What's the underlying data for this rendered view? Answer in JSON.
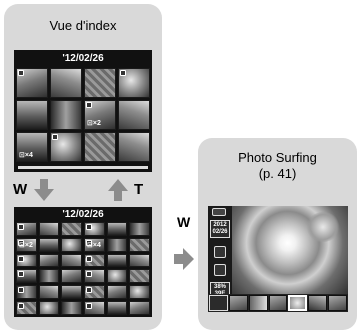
{
  "index_view": {
    "title": "Vue d'index",
    "date": "'12/02/26",
    "grid_small": {
      "tags": [
        "",
        "",
        "",
        "",
        "",
        "",
        "⊡×2",
        "",
        "⊡×4",
        "",
        "",
        ""
      ],
      "variants": [
        1,
        2,
        6,
        3,
        4,
        5,
        1,
        2,
        4,
        3,
        6,
        2
      ]
    },
    "grid_large": {
      "date": "'12/02/26",
      "tags": [
        "",
        "",
        "",
        "",
        "",
        "",
        "⊡×2",
        "",
        "",
        "⊡×4",
        "",
        "",
        "",
        "",
        "",
        "",
        "",
        "",
        "",
        "",
        "",
        "",
        "",
        "",
        "",
        "",
        "",
        "",
        "",
        "",
        "",
        "",
        "",
        "",
        "",
        ""
      ],
      "variants": [
        1,
        2,
        6,
        3,
        4,
        5,
        2,
        4,
        3,
        1,
        5,
        6,
        3,
        1,
        2,
        6,
        4,
        2,
        4,
        5,
        1,
        2,
        3,
        6,
        5,
        2,
        4,
        6,
        1,
        3,
        6,
        3,
        5,
        2,
        4,
        1
      ]
    }
  },
  "zoom": {
    "wide": "W",
    "tele": "T"
  },
  "photo_surfing": {
    "title_line1": "Photo Surfing",
    "title_line2": "(p. 41)",
    "zoom_label": "W",
    "side_date_line1": "2012",
    "side_date_line2": "02/26",
    "side_stat_line1": "38%",
    "side_stat_line2": "39E",
    "strip_count": 7
  },
  "colors": {
    "panel_background": "#d9d9d9",
    "screen_background": "#111111",
    "arrow_fill": "#8c8c8c"
  },
  "icons": {
    "arrow_down": "arrow-down-icon",
    "arrow_up": "arrow-up-icon",
    "arrow_right": "arrow-right-icon"
  }
}
